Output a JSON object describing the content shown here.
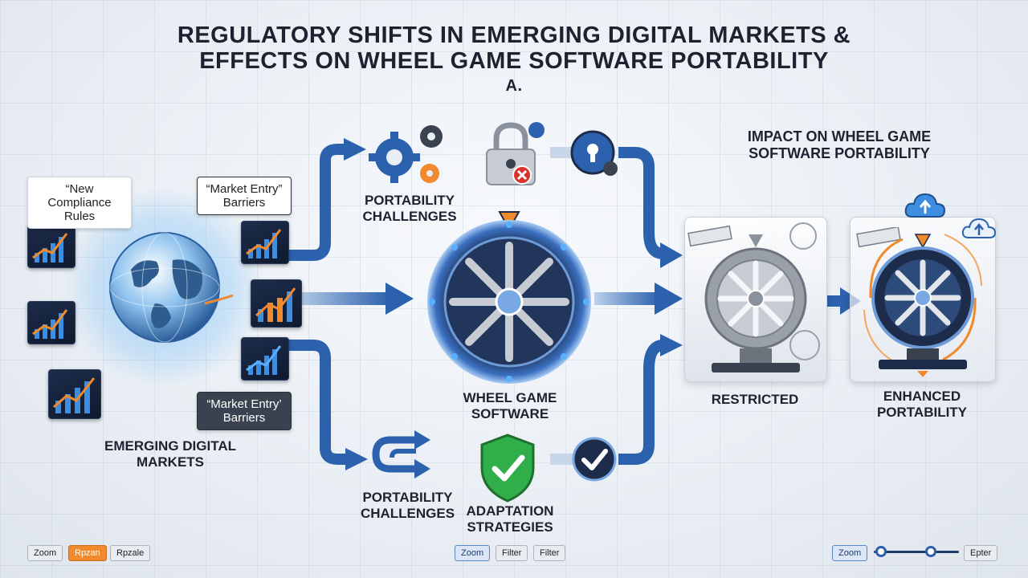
{
  "title": {
    "line1": "REGULATORY SHIFTS IN EMERGING DIGITAL MARKETS &",
    "line2": "EFFECTS ON WHEEL GAME SOFTWARE PORTABILITY",
    "line3": "A."
  },
  "bubbles": {
    "compliance": "“New Compliance Rules",
    "entry_top": "“Market Entry” Barriers",
    "entry_bottom": "“Market Entry’ Barriers"
  },
  "labels": {
    "markets": "EMERGING DIGITAL MARKETS",
    "portability_top": "PORTABILITY CHALLENGES",
    "portability_bottom": "PORTABILITY CHALLENGES",
    "wheel": "WHEEL GAME SOFTWARE",
    "adaptation": "ADAPTATION STRATEGIES",
    "impact": "IMPACT ON WHEEL GAME SOFTWARE PORTABILITY",
    "restricted": "RESTRICTED",
    "enhanced": "ENHANCED PORTABILITY"
  },
  "toolbar": {
    "left": [
      "Zoom",
      "Rpzan",
      "Rpzale"
    ],
    "center": [
      "Zoom",
      "Filter",
      "Filter"
    ],
    "right_zoom": "Zoom",
    "right_end": "Epter"
  },
  "icons": [
    "globe-icon",
    "trend-chart-icon",
    "gear-icon",
    "padlock-icon",
    "keyhole-icon",
    "wheel-icon",
    "shield-check-icon",
    "checkmark-icon",
    "cloud-upload-icon",
    "redirect-arrows-icon",
    "stamp-icon"
  ],
  "colors": {
    "flow_blue": "#2c62ad",
    "accent_orange": "#f08a2c",
    "navy": "#1d2c4a",
    "shield_green": "#2fae4a",
    "alert_red": "#d8322a"
  }
}
